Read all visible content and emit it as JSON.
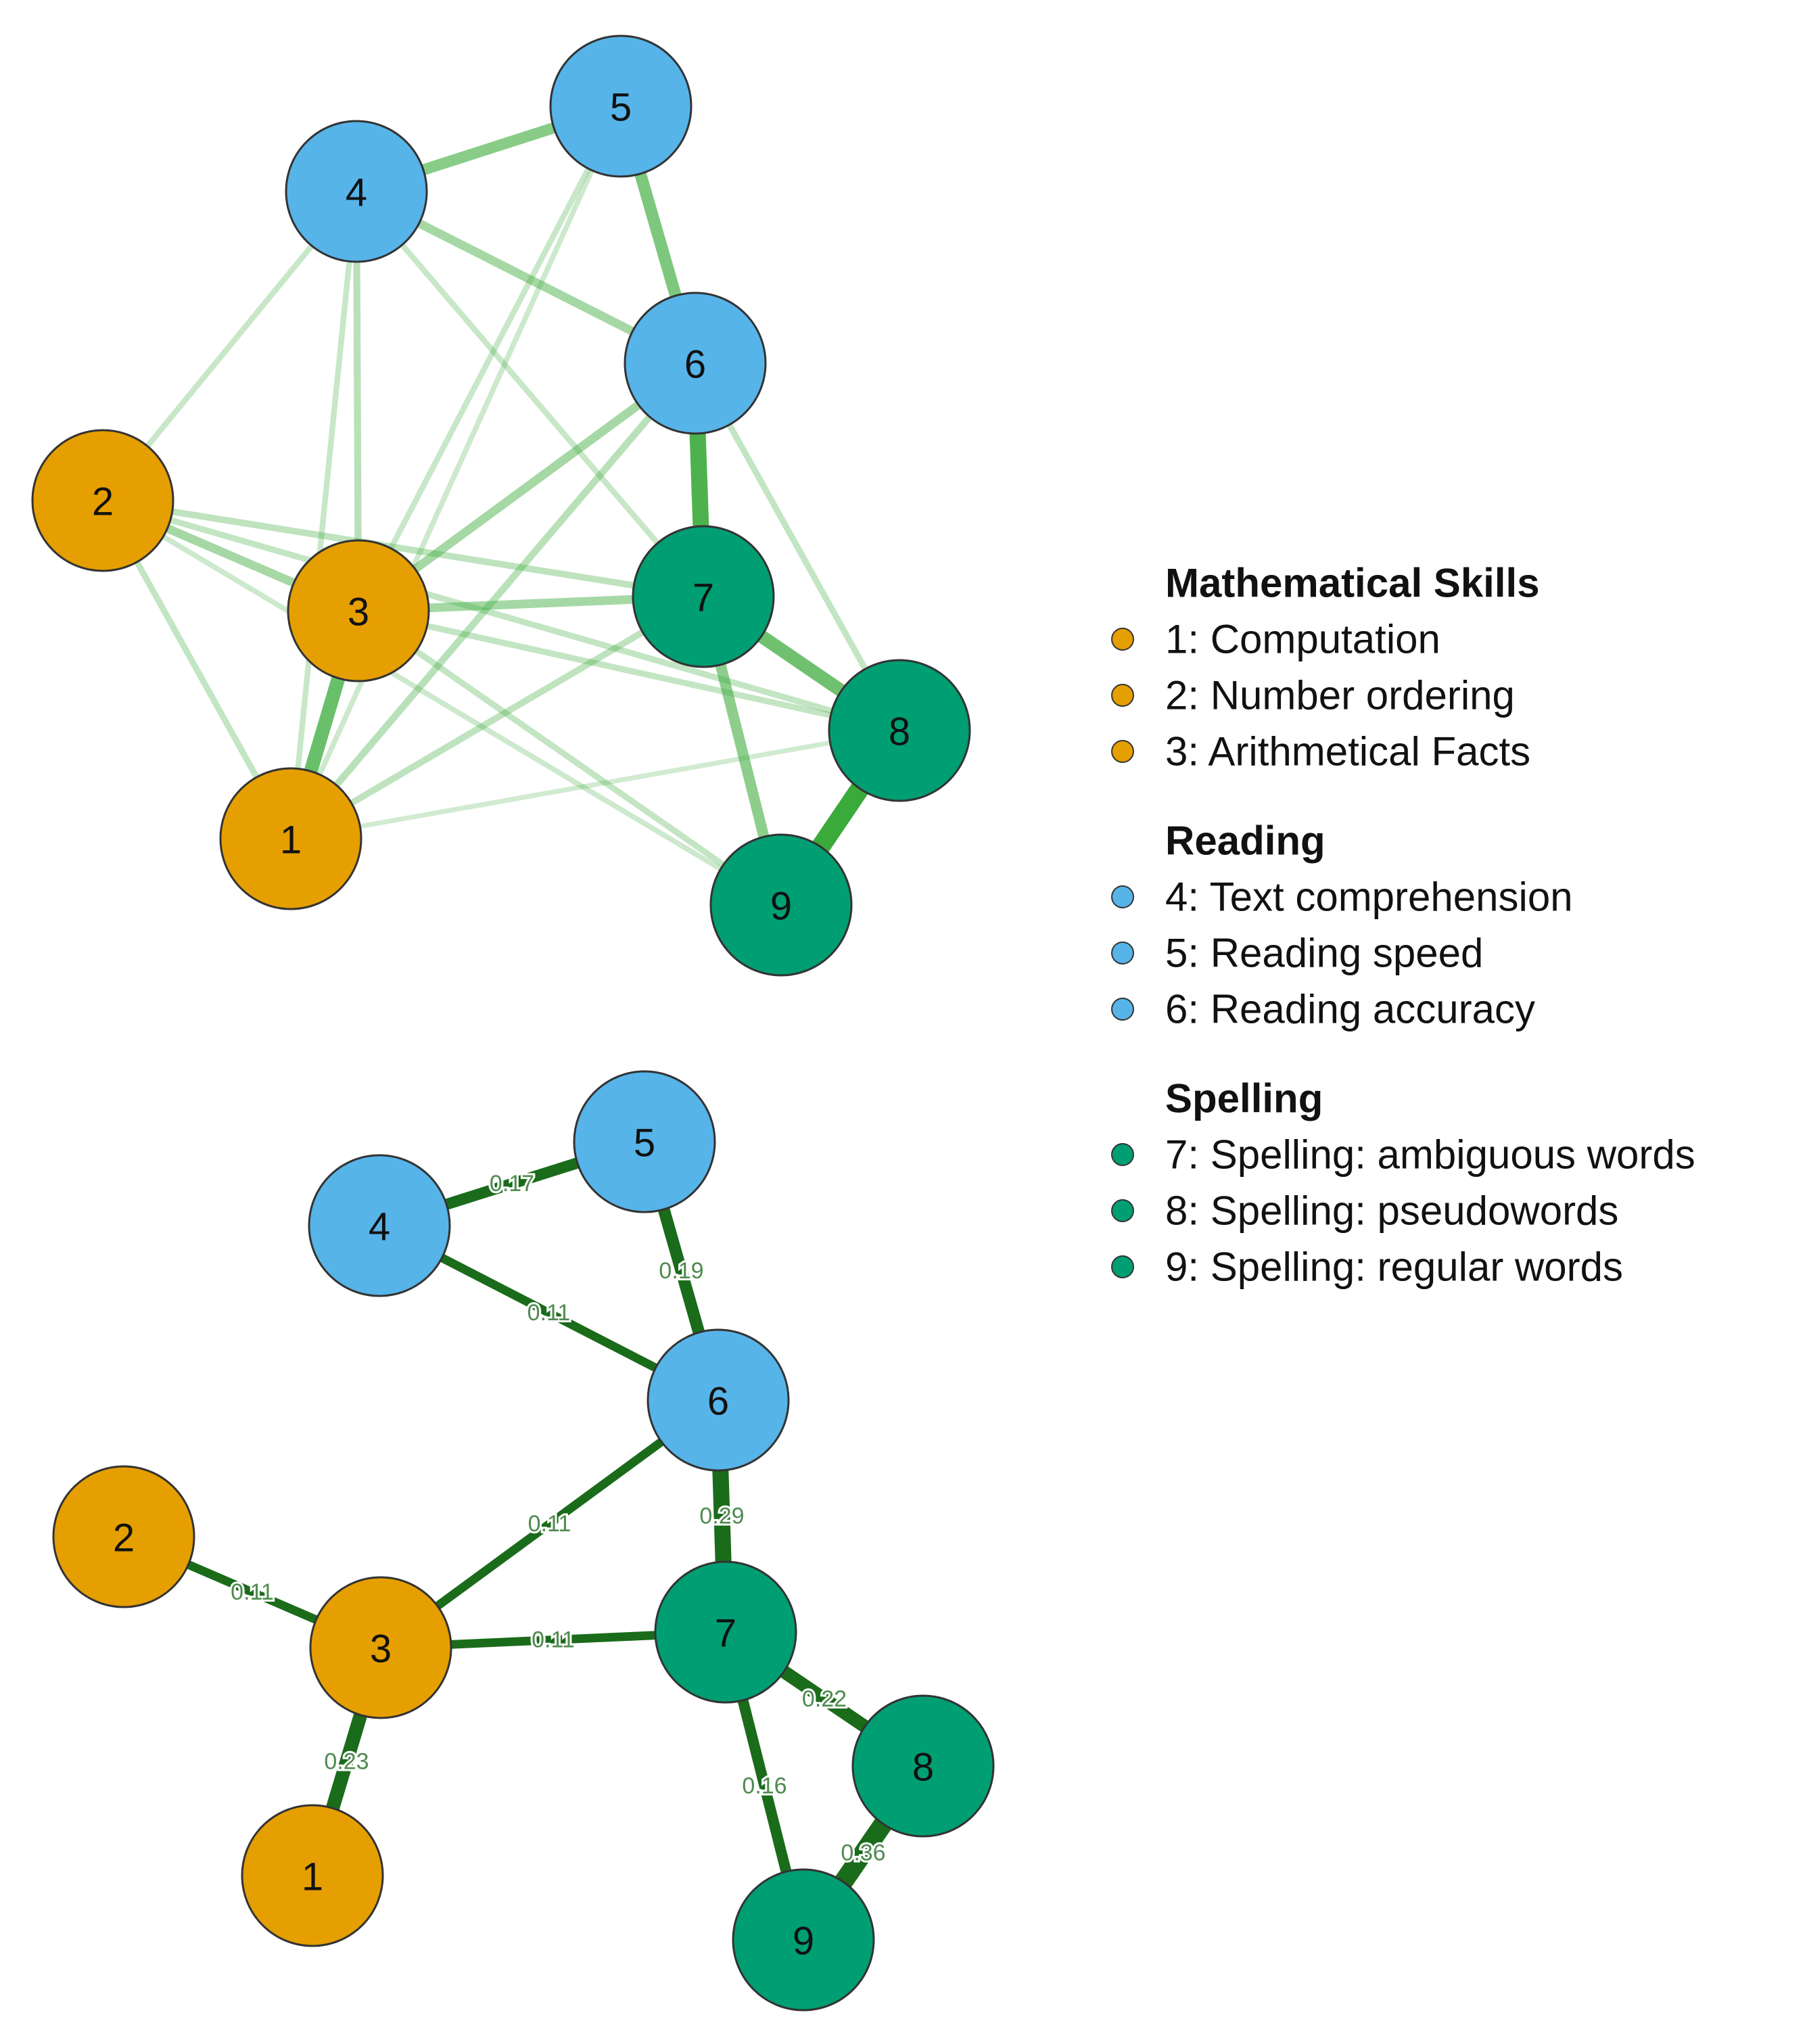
{
  "colors": {
    "math": "#e69f00",
    "reading": "#56b4e9",
    "spelling": "#009e73",
    "node_border": "#333333",
    "edge_top": "#3aaa3a",
    "edge_bottom": "#1a6b1a"
  },
  "legend": {
    "groups": [
      {
        "title": "Mathematical Skills",
        "color_key": "math",
        "items": [
          "1: Computation",
          "2: Number ordering",
          "3: Arithmetical Facts"
        ]
      },
      {
        "title": "Reading",
        "color_key": "reading",
        "items": [
          "4: Text comprehension",
          "5: Reading speed",
          "6: Reading accuracy"
        ]
      },
      {
        "title": "Spelling",
        "color_key": "spelling",
        "items": [
          "7: Spelling: ambiguous words",
          "8: Spelling: pseudowords",
          "9: Spelling: regular words"
        ]
      }
    ]
  },
  "networks": [
    {
      "id": "full",
      "show_weights": false,
      "nodes": [
        {
          "id": "1",
          "label": "1",
          "group": "math"
        },
        {
          "id": "2",
          "label": "2",
          "group": "math"
        },
        {
          "id": "3",
          "label": "3",
          "group": "math"
        },
        {
          "id": "4",
          "label": "4",
          "group": "reading"
        },
        {
          "id": "5",
          "label": "5",
          "group": "reading"
        },
        {
          "id": "6",
          "label": "6",
          "group": "reading"
        },
        {
          "id": "7",
          "label": "7",
          "group": "spelling"
        },
        {
          "id": "8",
          "label": "8",
          "group": "spelling"
        },
        {
          "id": "9",
          "label": "9",
          "group": "spelling"
        }
      ],
      "edges": [
        {
          "from": "8",
          "to": "9",
          "strength": 0.36
        },
        {
          "from": "6",
          "to": "7",
          "strength": 0.29
        },
        {
          "from": "1",
          "to": "3",
          "strength": 0.23
        },
        {
          "from": "7",
          "to": "8",
          "strength": 0.22
        },
        {
          "from": "5",
          "to": "6",
          "strength": 0.19
        },
        {
          "from": "4",
          "to": "5",
          "strength": 0.17
        },
        {
          "from": "7",
          "to": "9",
          "strength": 0.16
        },
        {
          "from": "4",
          "to": "6",
          "strength": 0.11
        },
        {
          "from": "3",
          "to": "6",
          "strength": 0.11
        },
        {
          "from": "3",
          "to": "7",
          "strength": 0.11
        },
        {
          "from": "2",
          "to": "3",
          "strength": 0.11
        },
        {
          "from": "4",
          "to": "3",
          "strength": 0.07
        },
        {
          "from": "1",
          "to": "6",
          "strength": 0.07
        },
        {
          "from": "1",
          "to": "7",
          "strength": 0.06
        },
        {
          "from": "2",
          "to": "7",
          "strength": 0.06
        },
        {
          "from": "2",
          "to": "1",
          "strength": 0.05
        },
        {
          "from": "2",
          "to": "8",
          "strength": 0.05
        },
        {
          "from": "6",
          "to": "8",
          "strength": 0.05
        },
        {
          "from": "3",
          "to": "8",
          "strength": 0.05
        },
        {
          "from": "3",
          "to": "9",
          "strength": 0.05
        },
        {
          "from": "2",
          "to": "4",
          "strength": 0.04
        },
        {
          "from": "4",
          "to": "1",
          "strength": 0.04
        },
        {
          "from": "5",
          "to": "3",
          "strength": 0.04
        },
        {
          "from": "4",
          "to": "7",
          "strength": 0.04
        },
        {
          "from": "5",
          "to": "1",
          "strength": 0.03
        },
        {
          "from": "2",
          "to": "9",
          "strength": 0.03
        },
        {
          "from": "1",
          "to": "8",
          "strength": 0.02
        }
      ]
    },
    {
      "id": "sparse",
      "show_weights": true,
      "nodes": [
        {
          "id": "1",
          "label": "1",
          "group": "math"
        },
        {
          "id": "2",
          "label": "2",
          "group": "math"
        },
        {
          "id": "3",
          "label": "3",
          "group": "math"
        },
        {
          "id": "4",
          "label": "4",
          "group": "reading"
        },
        {
          "id": "5",
          "label": "5",
          "group": "reading"
        },
        {
          "id": "6",
          "label": "6",
          "group": "reading"
        },
        {
          "id": "7",
          "label": "7",
          "group": "spelling"
        },
        {
          "id": "8",
          "label": "8",
          "group": "spelling"
        },
        {
          "id": "9",
          "label": "9",
          "group": "spelling"
        }
      ],
      "edges": [
        {
          "from": "4",
          "to": "5",
          "weight": "0.17",
          "strength": 0.17
        },
        {
          "from": "5",
          "to": "6",
          "weight": "0.19",
          "strength": 0.19
        },
        {
          "from": "4",
          "to": "6",
          "weight": "0.11",
          "strength": 0.11
        },
        {
          "from": "6",
          "to": "7",
          "weight": "0.29",
          "strength": 0.29
        },
        {
          "from": "3",
          "to": "6",
          "weight": "0.11",
          "strength": 0.11
        },
        {
          "from": "2",
          "to": "3",
          "weight": "0.11",
          "strength": 0.11
        },
        {
          "from": "3",
          "to": "7",
          "weight": "0.11",
          "strength": 0.11
        },
        {
          "from": "7",
          "to": "8",
          "weight": "0.22",
          "strength": 0.22
        },
        {
          "from": "7",
          "to": "9",
          "weight": "0.16",
          "strength": 0.16
        },
        {
          "from": "1",
          "to": "3",
          "weight": "0.23",
          "strength": 0.23
        },
        {
          "from": "8",
          "to": "9",
          "weight": "0.36",
          "strength": 0.36
        }
      ]
    }
  ]
}
